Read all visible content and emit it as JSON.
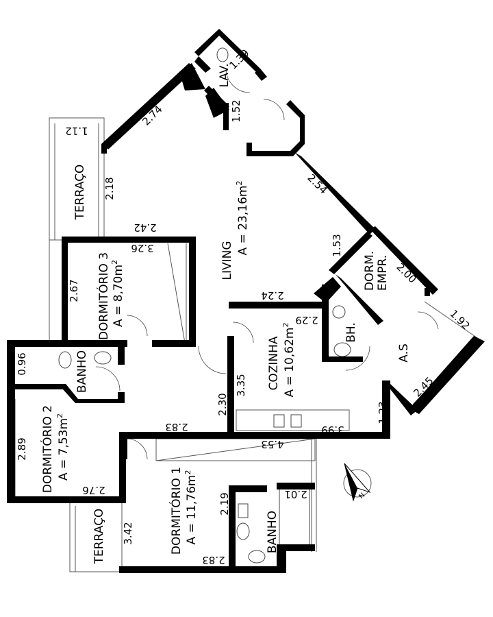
{
  "rooms": {
    "living": {
      "name": "LIVING",
      "area": "A = 23,16m",
      "sup": "2"
    },
    "cozinha": {
      "name": "COZINHA",
      "area": "A = 10,62m",
      "sup": "2"
    },
    "dorm3": {
      "name": "DORMITÓRIO 3",
      "area": "A = 8,70m",
      "sup": "2"
    },
    "dorm2": {
      "name": "DORMITÓRIO 2",
      "area": "A = 7,53m",
      "sup": "2"
    },
    "dorm1": {
      "name": "DORMITÓRIO 1",
      "area": "A = 11,76m",
      "sup": "2"
    },
    "terraco_top": "TERRAÇO",
    "terraco_bottom": "TERRAÇO",
    "banho_top": "BANHO",
    "banho_bottom": "BANHO",
    "lav": "LAV.",
    "bh": "BH.",
    "as": "A.S",
    "dorm_empr_1": "DORM.",
    "dorm_empr_2": "EMPR."
  },
  "dimensions": {
    "d_1_39": "1.39",
    "d_2_74": "2.74",
    "d_1_52": "1.52",
    "d_1_12": "1.12",
    "d_2_18": "2.18",
    "d_2_54": "2.54",
    "d_2_42": "2.42",
    "d_3_26": "3.26",
    "d_1_53": "1.53",
    "d_2_67": "2.67",
    "d_2_00": "2.00",
    "d_2_24": "2.24",
    "d_2_29": "2.29",
    "d_1_92": "1.92",
    "d_0_96": "0.96",
    "d_3_35": "3.35",
    "d_2_30": "2.30",
    "d_2_45": "2.45",
    "d_1_23": "1.23",
    "d_2_83_a": "2.83",
    "d_3_99": "3.99",
    "d_2_89": "2.89",
    "d_4_53": "4.53",
    "d_2_76": "2.76",
    "d_2_01": "2.01",
    "d_2_19": "2.19",
    "d_3_42": "3.42",
    "d_2_83_b": "2.83"
  },
  "north_label": "N"
}
